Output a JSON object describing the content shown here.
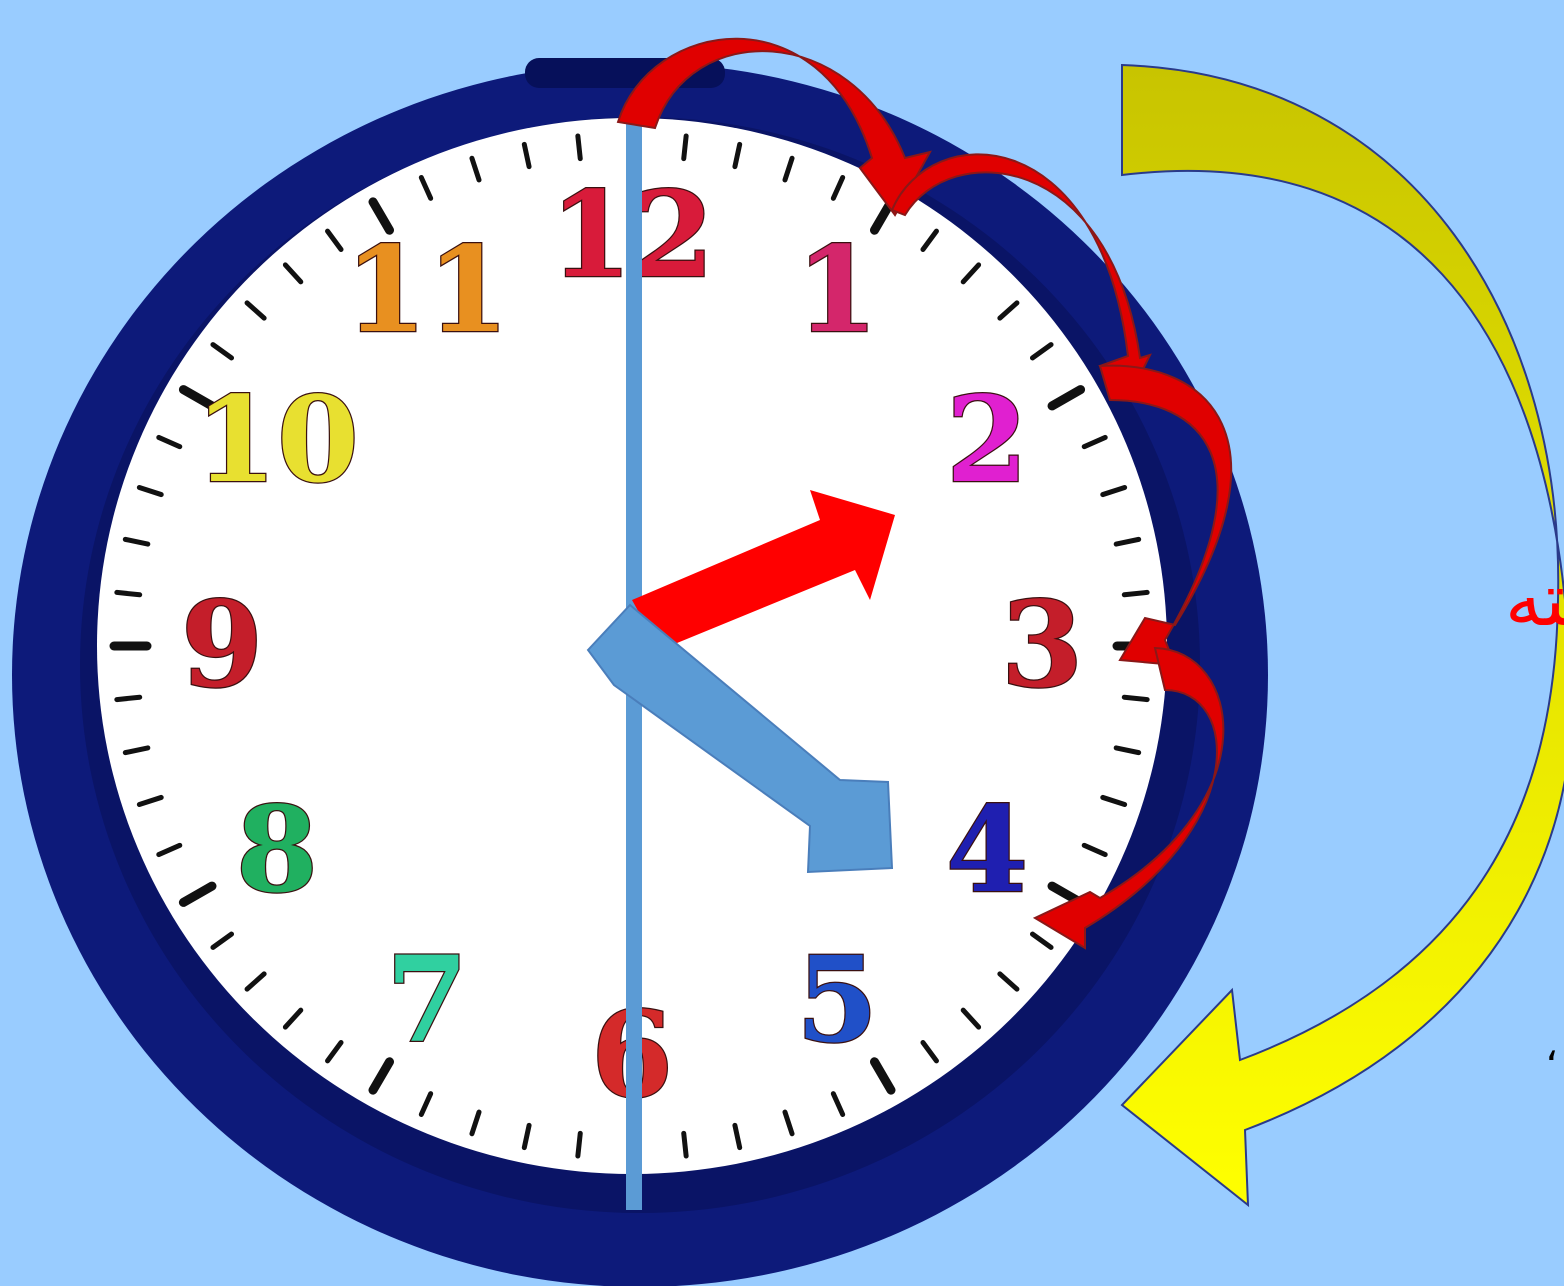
{
  "clock": {
    "numerals": [
      {
        "text": "12",
        "color": "#d81b3a"
      },
      {
        "text": "1",
        "color": "#d4266b"
      },
      {
        "text": "2",
        "color": "#e020d0"
      },
      {
        "text": "3",
        "color": "#c41e2a"
      },
      {
        "text": "4",
        "color": "#1f1fb0"
      },
      {
        "text": "5",
        "color": "#2050c8"
      },
      {
        "text": "6",
        "color": "#d42a2a"
      },
      {
        "text": "7",
        "color": "#30d0a0"
      },
      {
        "text": "8",
        "color": "#20b060"
      },
      {
        "text": "9",
        "color": "#c41e2a"
      },
      {
        "text": "10",
        "color": "#e8e030"
      },
      {
        "text": "11",
        "color": "#e89020"
      }
    ],
    "hour_hand_points_to": 2,
    "minute_hand_points_to": 4,
    "rim_color": "#0d1a7a",
    "divider_color": "#5b9bd5"
  },
  "label": {
    "text": "گذشته",
    "color": "#ff0000"
  },
  "stray_mark": {
    "text": "،"
  },
  "colors": {
    "background": "#99ccff",
    "red_arrows": "#e00000",
    "yellow_arrow": "#ffff00",
    "blue_hand": "#5b9bd5"
  }
}
